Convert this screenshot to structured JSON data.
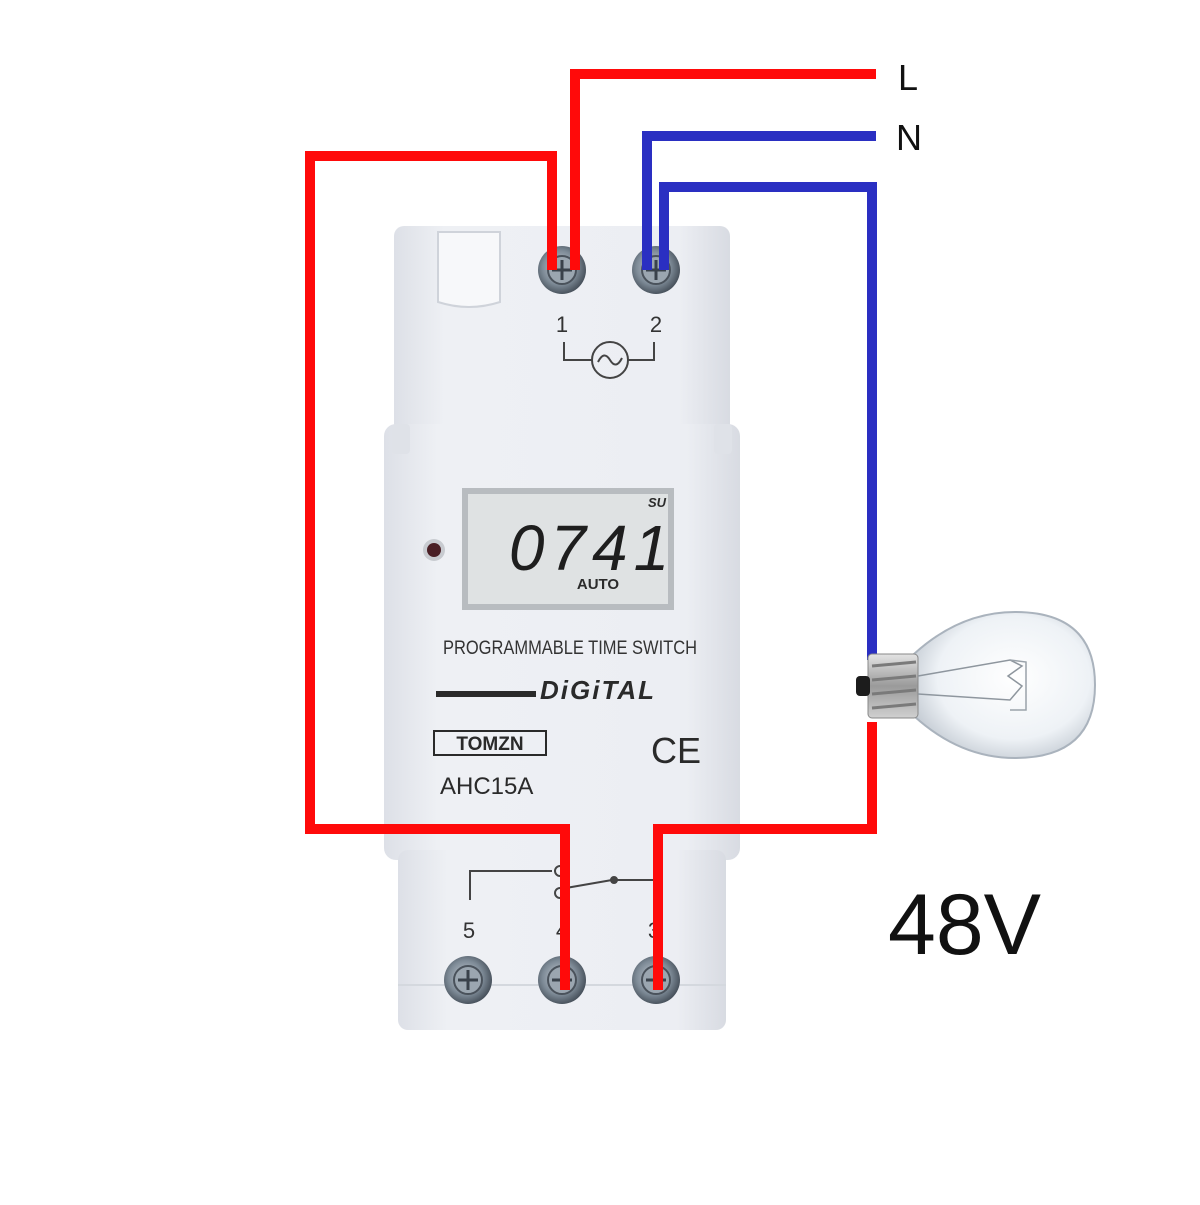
{
  "labels": {
    "line": "L",
    "neutral": "N",
    "voltage": "48V"
  },
  "device": {
    "terminals_top": [
      "1",
      "2"
    ],
    "terminals_bottom": [
      "5",
      "4",
      "3"
    ],
    "lcd": {
      "time": "0741",
      "day": "SU",
      "mode": "AUTO"
    },
    "title": "PROGRAMMABLE TIME SWITCH",
    "digital": "DiGiTAL",
    "brand": "TOMZN",
    "ce_mark": "CE",
    "model": "AHC15A"
  },
  "colors": {
    "line_wire": "#ff0a0a",
    "neutral_wire": "#2a2fc2",
    "device_body": "#e9ebf1",
    "lcd_bg": "#dcdfe0"
  },
  "icons": [
    "ac-supply-symbol-icon",
    "relay-contact-symbol-icon",
    "light-bulb-icon",
    "terminal-screw-icon",
    "indicator-led-icon"
  ]
}
